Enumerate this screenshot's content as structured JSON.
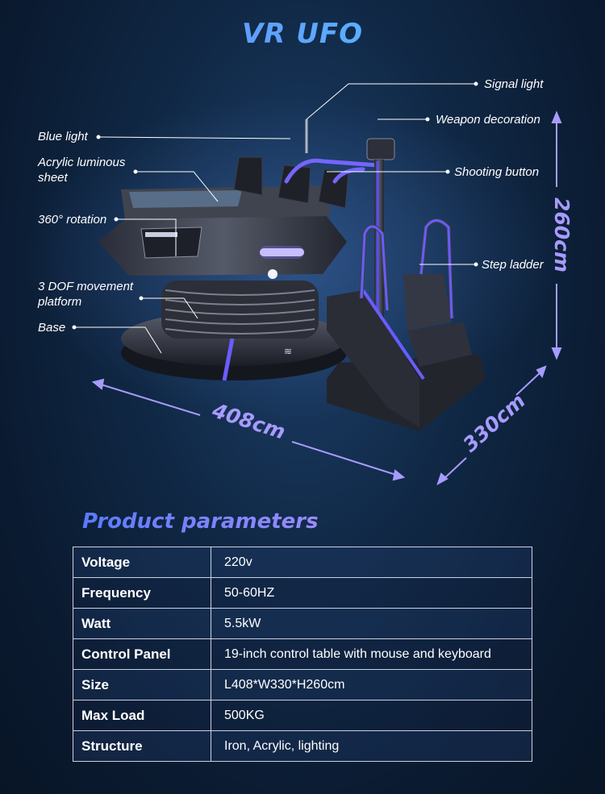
{
  "title": "VR UFO",
  "callouts": {
    "signal_light": "Signal light",
    "weapon_decoration": "Weapon decoration",
    "blue_light": "Blue light",
    "acrylic_sheet": "Acrylic luminous sheet",
    "shooting_button": "Shooting button",
    "rotation": "360° rotation",
    "step_ladder": "Step ladder",
    "dof_platform": "3 DOF movement platform",
    "base": "Base"
  },
  "dimensions": {
    "length": "408cm",
    "width": "330cm",
    "height": "260cm"
  },
  "params_title": "Product parameters",
  "params": [
    {
      "key": "Voltage",
      "value": "220v"
    },
    {
      "key": "Frequency",
      "value": "50-60HZ"
    },
    {
      "key": "Watt",
      "value": "5.5kW"
    },
    {
      "key": "Control Panel",
      "value": "19-inch control table with mouse and keyboard"
    },
    {
      "key": "Size",
      "value": "L408*W330*H260cm"
    },
    {
      "key": "Max Load",
      "value": "500KG"
    },
    {
      "key": "Structure",
      "value": "Iron, Acrylic, lighting"
    }
  ],
  "colors": {
    "accent_purple": "#8a7cff",
    "neon_blue": "#5a4dff",
    "background": "#102845"
  }
}
